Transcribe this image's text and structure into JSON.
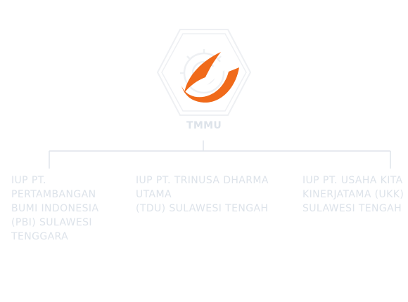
{
  "colors": {
    "accent": "#f06a1a",
    "muted_text": "#dde3ea",
    "connector": "#dfe4ea",
    "outline": "#eef0f3"
  },
  "logo": {
    "icon": "hexagon-gear-checkmark-logo",
    "label": "TMMU"
  },
  "companies": [
    {
      "lines": [
        "IUP PT.",
        "PERTAMBANGAN",
        "BUMI INDONESIA",
        "(PBI) SULAWESI",
        "TENGGARA"
      ]
    },
    {
      "lines": [
        "IUP PT. TRINUSA DHARMA",
        "UTAMA",
        "(TDU) SULAWESI TENGAH"
      ]
    },
    {
      "lines": [
        "IUP PT. USAHA KITA",
        "KINERJATAMA (UKK)",
        "SULAWESI TENGAH"
      ]
    }
  ]
}
